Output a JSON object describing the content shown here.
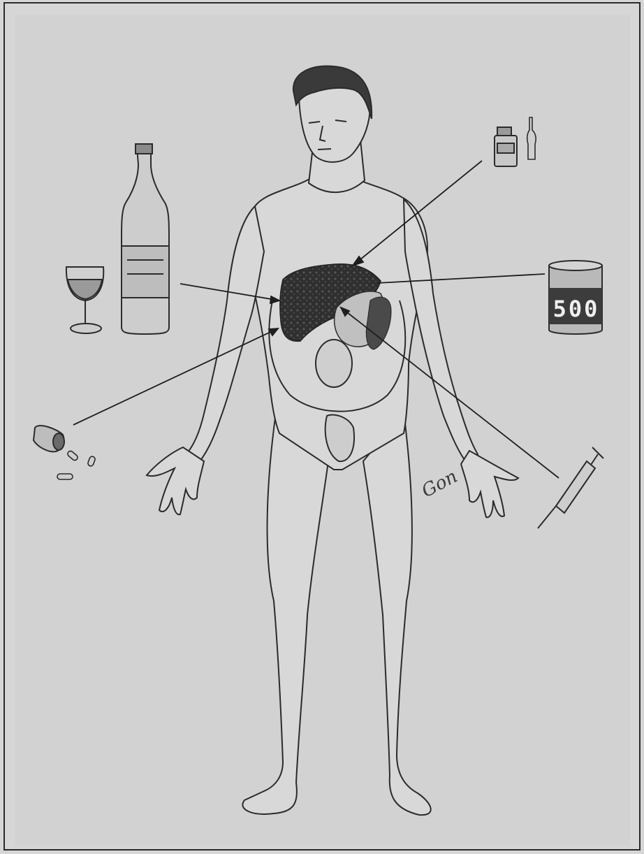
{
  "illustration": {
    "subject": "human-figure-with-liver",
    "can_label": "500",
    "signature": "Gon",
    "colors": {
      "paper": "#d6d6d6",
      "frame": "#2a2a2a",
      "ink": "#2b2b2b",
      "liver": "#2f2f2f",
      "skin_shade": "#c4c4c4"
    },
    "items": [
      {
        "name": "wine-bottle-icon"
      },
      {
        "name": "wine-glass-icon"
      },
      {
        "name": "medicine-vial-icon"
      },
      {
        "name": "ampoule-icon"
      },
      {
        "name": "chemical-can-icon"
      },
      {
        "name": "pill-bottle-icon"
      },
      {
        "name": "capsules-icon"
      },
      {
        "name": "syringe-icon"
      }
    ]
  }
}
